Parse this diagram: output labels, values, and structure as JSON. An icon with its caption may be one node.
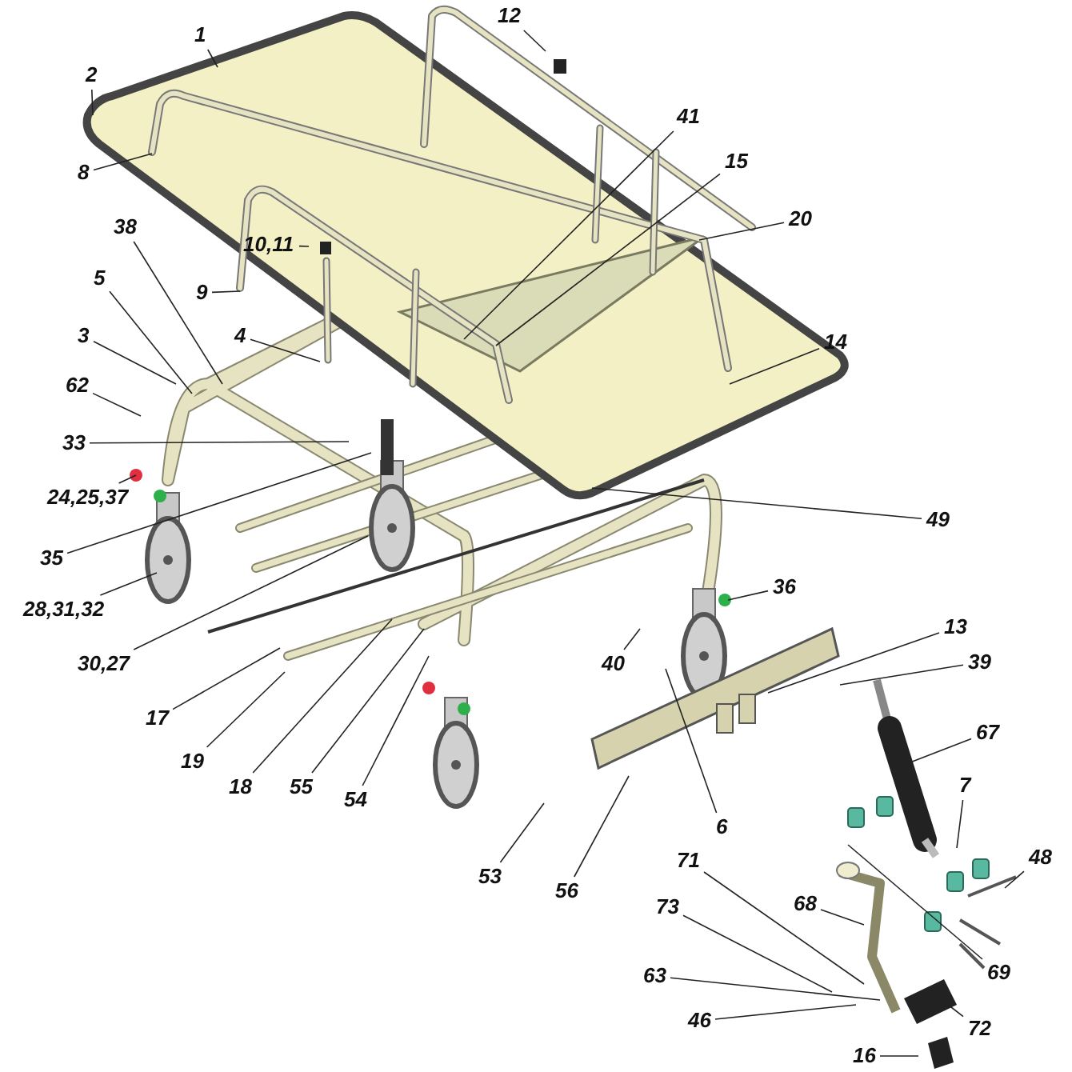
{
  "diagram": {
    "nodes": [
      {
        "text": [
          "12"
        ]
      },
      {
        "text": [
          "1"
        ]
      },
      {
        "text": [
          "2"
        ]
      },
      {
        "text": [
          "41"
        ]
      },
      {
        "text": [
          "15"
        ]
      },
      {
        "text": [
          "8"
        ]
      },
      {
        "text": [
          "20"
        ]
      },
      {
        "text": [
          "38"
        ]
      },
      {
        "text": [
          "10,11"
        ]
      },
      {
        "text": [
          "5"
        ]
      },
      {
        "text": [
          "9"
        ]
      },
      {
        "text": [
          "3"
        ]
      },
      {
        "text": [
          "14"
        ]
      },
      {
        "text": [
          "4"
        ]
      },
      {
        "text": [
          "62"
        ]
      },
      {
        "text": [
          "33"
        ]
      },
      {
        "text": [
          "24,25,37"
        ]
      },
      {
        "text": [
          "49"
        ]
      },
      {
        "text": [
          "35"
        ]
      },
      {
        "text": [
          "36"
        ]
      },
      {
        "text": [
          "28,31,32"
        ]
      },
      {
        "text": [
          "13"
        ]
      },
      {
        "text": [
          "39"
        ]
      },
      {
        "text": [
          "30,27"
        ]
      },
      {
        "text": [
          "40"
        ]
      },
      {
        "text": [
          "17"
        ]
      },
      {
        "text": [
          "67"
        ]
      },
      {
        "text": [
          "19"
        ]
      },
      {
        "text": [
          "7"
        ]
      },
      {
        "text": [
          "18"
        ]
      },
      {
        "text": [
          "55"
        ]
      },
      {
        "text": [
          "54"
        ]
      },
      {
        "text": [
          "6"
        ]
      },
      {
        "text": [
          "48"
        ]
      },
      {
        "text": [
          "71"
        ]
      },
      {
        "text": [
          "53"
        ]
      },
      {
        "text": [
          "56"
        ]
      },
      {
        "text": [
          "68"
        ]
      },
      {
        "text": [
          "73"
        ]
      },
      {
        "text": [
          "69"
        ]
      },
      {
        "text": [
          "63"
        ]
      },
      {
        "text": [
          "46"
        ]
      },
      {
        "text": [
          "72"
        ]
      },
      {
        "text": [
          "16"
        ]
      }
    ],
    "edges": [
      {
        "from": 0,
        "to": null,
        "arrow": "none"
      },
      {
        "from": 1,
        "to": null,
        "arrow": "none"
      },
      {
        "from": 2,
        "to": null,
        "arrow": "none"
      },
      {
        "from": 3,
        "to": null,
        "arrow": "none"
      },
      {
        "from": 4,
        "to": null,
        "arrow": "none"
      },
      {
        "from": 5,
        "to": null,
        "arrow": "none"
      },
      {
        "from": 6,
        "to": null,
        "arrow": "none"
      },
      {
        "from": 7,
        "to": null,
        "arrow": "none"
      },
      {
        "from": 8,
        "to": null,
        "arrow": "none"
      },
      {
        "from": 9,
        "to": null,
        "arrow": "none"
      },
      {
        "from": 10,
        "to": null,
        "arrow": "none"
      },
      {
        "from": 11,
        "to": null,
        "arrow": "none"
      },
      {
        "from": 12,
        "to": null,
        "arrow": "none"
      },
      {
        "from": 13,
        "to": null,
        "arrow": "none"
      },
      {
        "from": 14,
        "to": null,
        "arrow": "none"
      },
      {
        "from": 15,
        "to": null,
        "arrow": "none"
      },
      {
        "from": 16,
        "to": null,
        "arrow": "none"
      },
      {
        "from": 17,
        "to": null,
        "arrow": "none"
      },
      {
        "from": 18,
        "to": null,
        "arrow": "none"
      },
      {
        "from": 19,
        "to": null,
        "arrow": "none"
      },
      {
        "from": 20,
        "to": null,
        "arrow": "none"
      },
      {
        "from": 21,
        "to": null,
        "arrow": "none"
      },
      {
        "from": 22,
        "to": null,
        "arrow": "none"
      },
      {
        "from": 23,
        "to": null,
        "arrow": "none"
      },
      {
        "from": 24,
        "to": null,
        "arrow": "none"
      },
      {
        "from": 25,
        "to": null,
        "arrow": "none"
      },
      {
        "from": 26,
        "to": null,
        "arrow": "none"
      },
      {
        "from": 27,
        "to": null,
        "arrow": "none"
      },
      {
        "from": 28,
        "to": null,
        "arrow": "none"
      },
      {
        "from": 29,
        "to": null,
        "arrow": "none"
      },
      {
        "from": 30,
        "to": null,
        "arrow": "none"
      },
      {
        "from": 31,
        "to": null,
        "arrow": "none"
      },
      {
        "from": 32,
        "to": null,
        "arrow": "none"
      },
      {
        "from": 33,
        "to": null,
        "arrow": "none"
      },
      {
        "from": 34,
        "to": null,
        "arrow": "none"
      },
      {
        "from": 35,
        "to": null,
        "arrow": "none"
      },
      {
        "from": 36,
        "to": null,
        "arrow": "none"
      },
      {
        "from": 37,
        "to": null,
        "arrow": "none"
      },
      {
        "from": 38,
        "to": null,
        "arrow": "none"
      },
      {
        "from": 39,
        "to": null,
        "arrow": "none"
      },
      {
        "from": 40,
        "to": null,
        "arrow": "none"
      },
      {
        "from": 41,
        "to": null,
        "arrow": "none"
      },
      {
        "from": 42,
        "to": null,
        "arrow": "none"
      },
      {
        "from": 43,
        "to": null,
        "arrow": "none"
      }
    ]
  }
}
